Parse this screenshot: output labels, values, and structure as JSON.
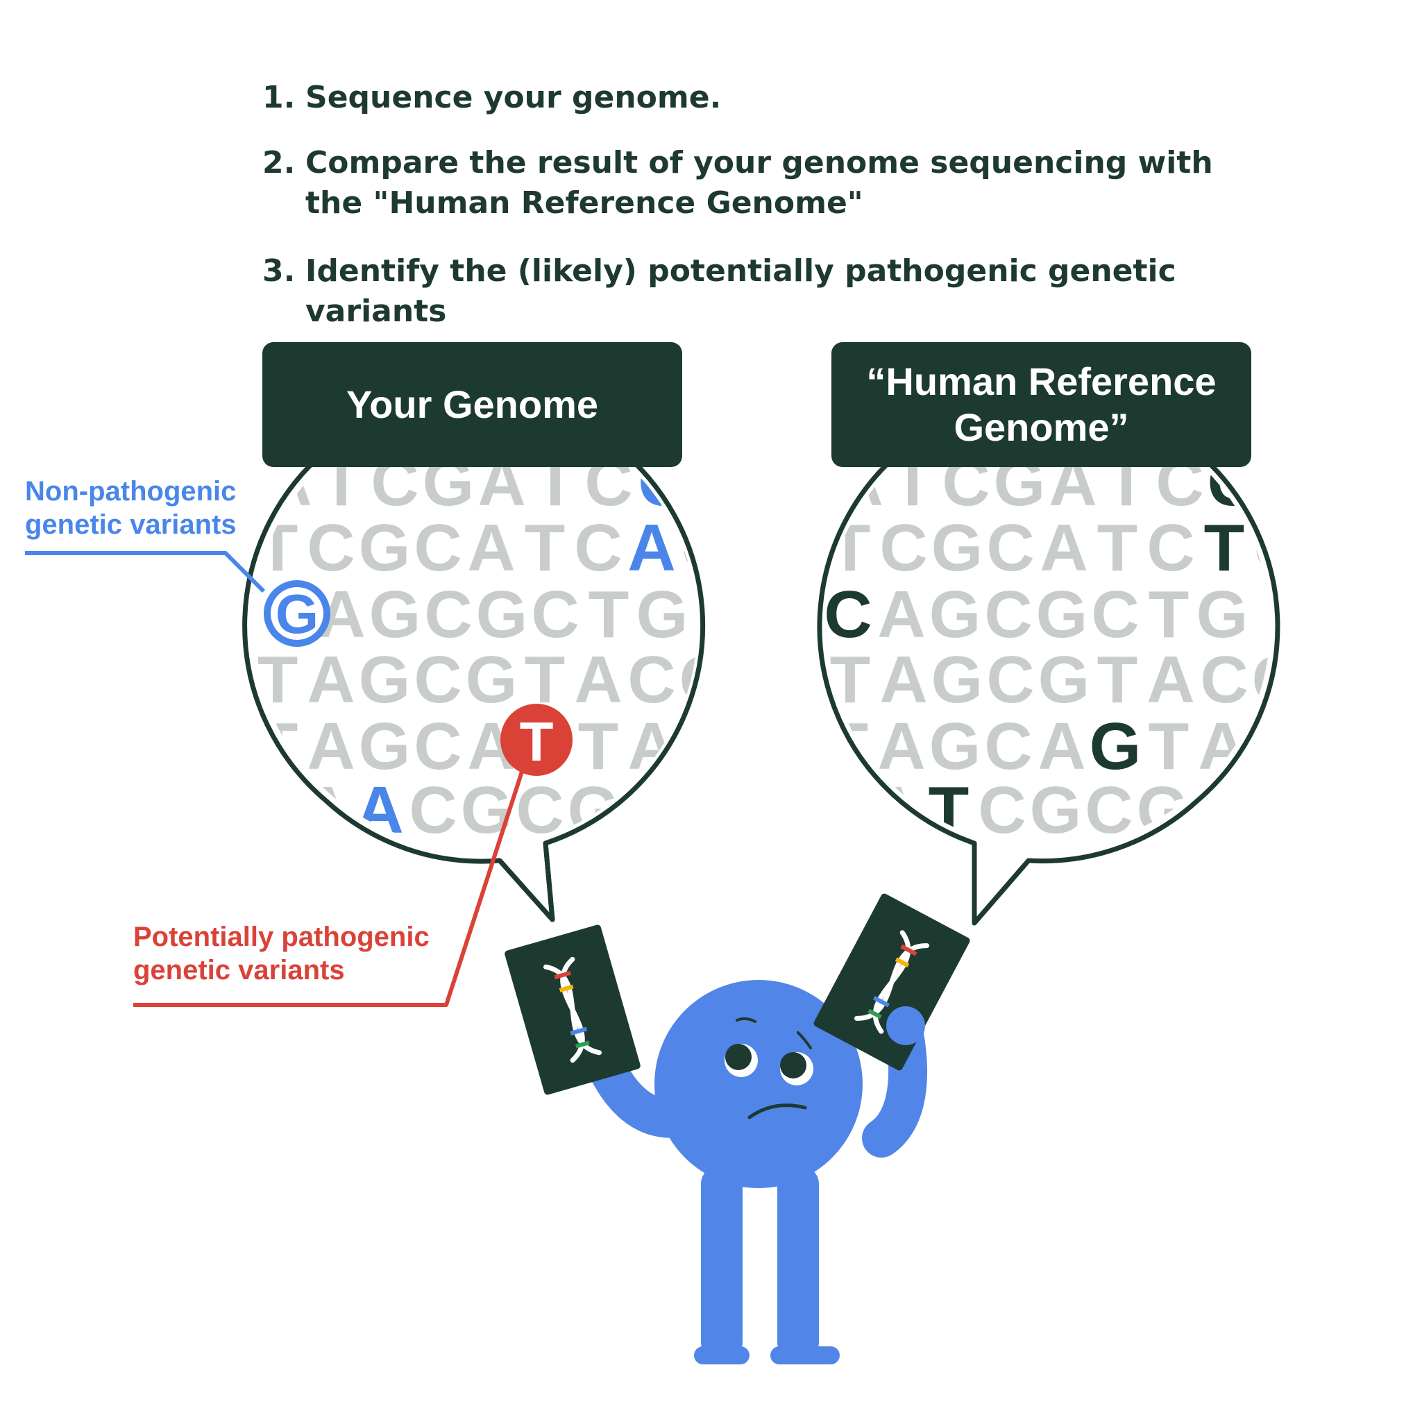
{
  "steps": [
    {
      "number": "1.",
      "text": "Sequence your genome."
    },
    {
      "number": "2.",
      "text": "Compare the result of your genome sequencing with the \"Human Reference Genome\""
    },
    {
      "number": "3.",
      "text": "Identify the (likely) potentially pathogenic genetic variants"
    }
  ],
  "panels": {
    "left": {
      "title": "Your Genome"
    },
    "right": {
      "title": "“Human Reference Genome”"
    }
  },
  "callouts": {
    "non_pathogenic": "Non-pathogenic genetic variants",
    "pathogenic": "Potentially pathogenic genetic variants"
  },
  "sequences": {
    "left": [
      {
        "text": "ATCGATCC",
        "highlight": [
          7
        ]
      },
      {
        "text": "TCGCATCAC",
        "highlight": [
          7
        ]
      },
      {
        "text": "GAGCGCTG",
        "highlight": []
      },
      {
        "text": "TAGCGTACG",
        "highlight": []
      },
      {
        "text": "TAGCATTAC",
        "highlight": []
      },
      {
        "text": "AACGCG",
        "highlight": [
          1
        ]
      }
    ],
    "right": [
      {
        "text": "ATCGATCG",
        "highlight": [
          7
        ]
      },
      {
        "text": "TCGCATCTC",
        "highlight": [
          7
        ]
      },
      {
        "text": "CAGCGCTG",
        "highlight": [
          0
        ]
      },
      {
        "text": "TAGCGTACG",
        "highlight": []
      },
      {
        "text": "TAGCAGTAC",
        "highlight": [
          5
        ]
      },
      {
        "text": "ATCGCG",
        "highlight": [
          1
        ]
      }
    ],
    "marker_blue": "G",
    "marker_red": "T"
  },
  "colors": {
    "dark": "#1d3a31",
    "blue": "#4a86ea",
    "red": "#da4238",
    "gray": "#c8cdca",
    "character": "#5186e8"
  }
}
